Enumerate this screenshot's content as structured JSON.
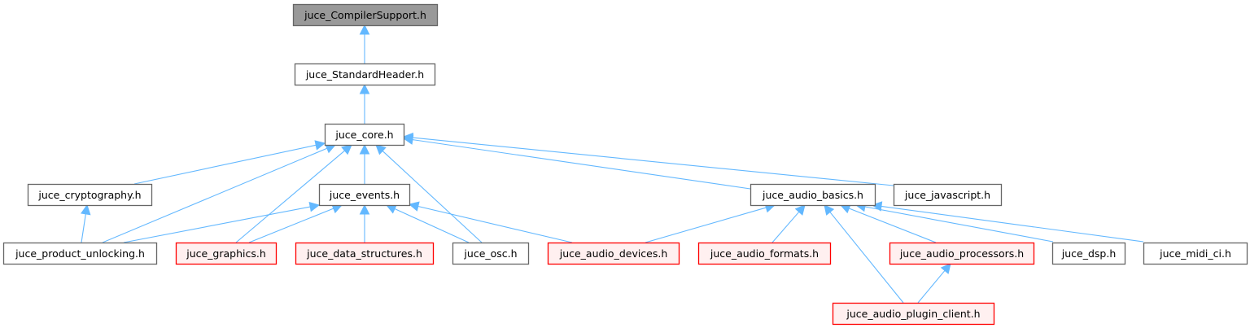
{
  "diagram": {
    "title": "juce_CompilerSupport.h include dependency graph",
    "colors": {
      "edge": "#63b8ff",
      "focus_fill": "#999999",
      "focus_border": "#666666",
      "normal_fill": "#ffffff",
      "normal_border": "#666666",
      "truncated_fill": "#fff0f0",
      "truncated_border": "#ff0000"
    },
    "nodes": [
      {
        "id": "compiler_support",
        "label": "juce_CompilerSupport.h",
        "style": "focus"
      },
      {
        "id": "standard_header",
        "label": "juce_StandardHeader.h",
        "style": "normal"
      },
      {
        "id": "core",
        "label": "juce_core.h",
        "style": "normal"
      },
      {
        "id": "cryptography",
        "label": "juce_cryptography.h",
        "style": "normal"
      },
      {
        "id": "events",
        "label": "juce_events.h",
        "style": "normal"
      },
      {
        "id": "audio_basics",
        "label": "juce_audio_basics.h",
        "style": "normal"
      },
      {
        "id": "javascript",
        "label": "juce_javascript.h",
        "style": "normal"
      },
      {
        "id": "product_unlocking",
        "label": "juce_product_unlocking.h",
        "style": "normal"
      },
      {
        "id": "graphics",
        "label": "juce_graphics.h",
        "style": "truncated"
      },
      {
        "id": "data_structures",
        "label": "juce_data_structures.h",
        "style": "truncated"
      },
      {
        "id": "osc",
        "label": "juce_osc.h",
        "style": "normal"
      },
      {
        "id": "audio_devices",
        "label": "juce_audio_devices.h",
        "style": "truncated"
      },
      {
        "id": "audio_formats",
        "label": "juce_audio_formats.h",
        "style": "truncated"
      },
      {
        "id": "audio_processors",
        "label": "juce_audio_processors.h",
        "style": "truncated"
      },
      {
        "id": "dsp",
        "label": "juce_dsp.h",
        "style": "normal"
      },
      {
        "id": "midi_ci",
        "label": "juce_midi_ci.h",
        "style": "normal"
      },
      {
        "id": "audio_plugin_client",
        "label": "juce_audio_plugin_client.h",
        "style": "truncated"
      }
    ],
    "edges": [
      {
        "from": "standard_header",
        "to": "compiler_support"
      },
      {
        "from": "core",
        "to": "standard_header"
      },
      {
        "from": "cryptography",
        "to": "core"
      },
      {
        "from": "product_unlocking",
        "to": "core"
      },
      {
        "from": "graphics",
        "to": "core"
      },
      {
        "from": "events",
        "to": "core"
      },
      {
        "from": "osc",
        "to": "core"
      },
      {
        "from": "audio_basics",
        "to": "core"
      },
      {
        "from": "javascript",
        "to": "core"
      },
      {
        "from": "product_unlocking",
        "to": "cryptography"
      },
      {
        "from": "product_unlocking",
        "to": "events"
      },
      {
        "from": "graphics",
        "to": "events"
      },
      {
        "from": "data_structures",
        "to": "events"
      },
      {
        "from": "osc",
        "to": "events"
      },
      {
        "from": "audio_devices",
        "to": "events"
      },
      {
        "from": "audio_devices",
        "to": "audio_basics"
      },
      {
        "from": "audio_formats",
        "to": "audio_basics"
      },
      {
        "from": "audio_plugin_client",
        "to": "audio_basics"
      },
      {
        "from": "audio_processors",
        "to": "audio_basics"
      },
      {
        "from": "dsp",
        "to": "audio_basics"
      },
      {
        "from": "midi_ci",
        "to": "audio_basics"
      },
      {
        "from": "audio_plugin_client",
        "to": "audio_processors"
      }
    ]
  }
}
